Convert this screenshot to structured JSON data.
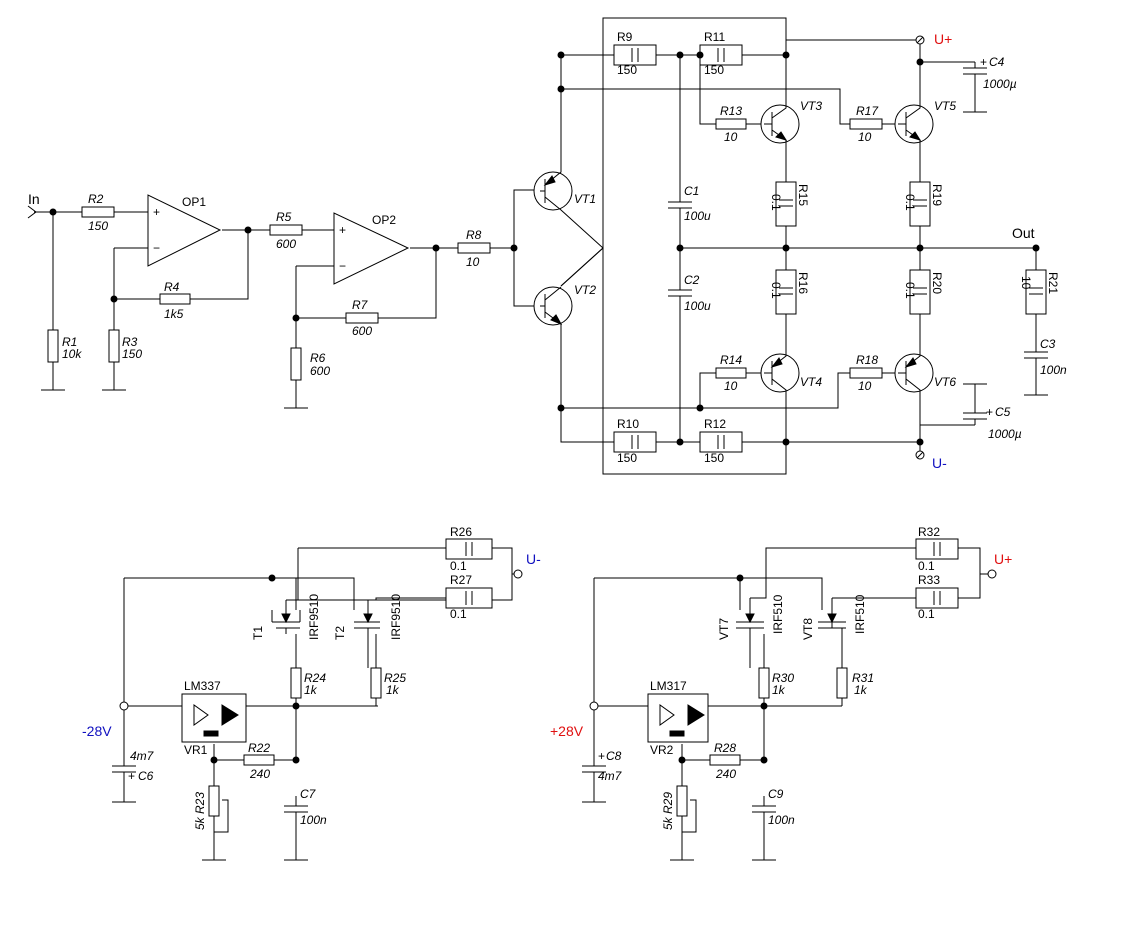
{
  "colors": {
    "positive": "#e01010",
    "negative": "#1010c0",
    "ink": "#000000"
  },
  "amplifier": {
    "input": "In",
    "output": "Out",
    "supply_pos": "U+",
    "supply_neg": "U-",
    "op1": "OP1",
    "op2": "OP2",
    "plus": "+",
    "minus": "−",
    "resistors": {
      "r1": {
        "name": "R1",
        "value": "10k"
      },
      "r2": {
        "name": "R2",
        "value": "150"
      },
      "r3": {
        "name": "R3",
        "value": "150"
      },
      "r4": {
        "name": "R4",
        "value": "1k5"
      },
      "r5": {
        "name": "R5",
        "value": "600"
      },
      "r6": {
        "name": "R6",
        "value": "600"
      },
      "r7": {
        "name": "R7",
        "value": "600"
      },
      "r8": {
        "name": "R8",
        "value": "10"
      },
      "r9": {
        "name": "R9",
        "value": "150"
      },
      "r10": {
        "name": "R10",
        "value": "150"
      },
      "r11": {
        "name": "R11",
        "value": "150"
      },
      "r12": {
        "name": "R12",
        "value": "150"
      },
      "r13": {
        "name": "R13",
        "value": "10"
      },
      "r14": {
        "name": "R14",
        "value": "10"
      },
      "r15": {
        "name": "R15",
        "value": "0.1"
      },
      "r16": {
        "name": "R16",
        "value": "0.1"
      },
      "r17": {
        "name": "R17",
        "value": "10"
      },
      "r18": {
        "name": "R18",
        "value": "10"
      },
      "r19": {
        "name": "R19",
        "value": "0.1"
      },
      "r20": {
        "name": "R20",
        "value": "0.1"
      },
      "r21": {
        "name": "R21",
        "value": "10"
      }
    },
    "capacitors": {
      "c1": {
        "name": "C1",
        "value": "100u"
      },
      "c2": {
        "name": "C2",
        "value": "100u"
      },
      "c3": {
        "name": "C3",
        "value": "100n"
      },
      "c4": {
        "name": "C4",
        "value": "1000µ"
      },
      "c5": {
        "name": "C5",
        "value": "1000µ"
      }
    },
    "transistors": [
      "VT1",
      "VT2",
      "VT3",
      "VT4",
      "VT5",
      "VT6"
    ]
  },
  "neg_supply": {
    "input": "-28V",
    "output": "U-",
    "regulator": {
      "part": "LM337",
      "ref": "VR1"
    },
    "mosfet_part": "IRF9510",
    "mosfets": [
      "T1",
      "T2"
    ],
    "resistors": {
      "r22": {
        "name": "R22",
        "value": "240"
      },
      "r23": {
        "name": "R23",
        "value": "5k"
      },
      "r24": {
        "name": "R24",
        "value": "1k"
      },
      "r25": {
        "name": "R25",
        "value": "1k"
      },
      "r26": {
        "name": "R26",
        "value": "0.1"
      },
      "r27": {
        "name": "R27",
        "value": "0.1"
      }
    },
    "capacitors": {
      "c6": {
        "name": "C6",
        "value": "4m7"
      },
      "c7": {
        "name": "C7",
        "value": "100n"
      }
    }
  },
  "pos_supply": {
    "input": "+28V",
    "output": "U+",
    "regulator": {
      "part": "LM317",
      "ref": "VR2"
    },
    "mosfet_part": "IRF510",
    "mosfets": [
      "VT7",
      "VT8"
    ],
    "resistors": {
      "r28": {
        "name": "R28",
        "value": "240"
      },
      "r29": {
        "name": "R29",
        "value": "5k"
      },
      "r30": {
        "name": "R30",
        "value": "1k"
      },
      "r31": {
        "name": "R31",
        "value": "1k"
      },
      "r32": {
        "name": "R32",
        "value": "0.1"
      },
      "r33": {
        "name": "R33",
        "value": "0.1"
      }
    },
    "capacitors": {
      "c8": {
        "name": "C8",
        "value": "4m7"
      },
      "c9": {
        "name": "C9",
        "value": "100n"
      }
    }
  }
}
